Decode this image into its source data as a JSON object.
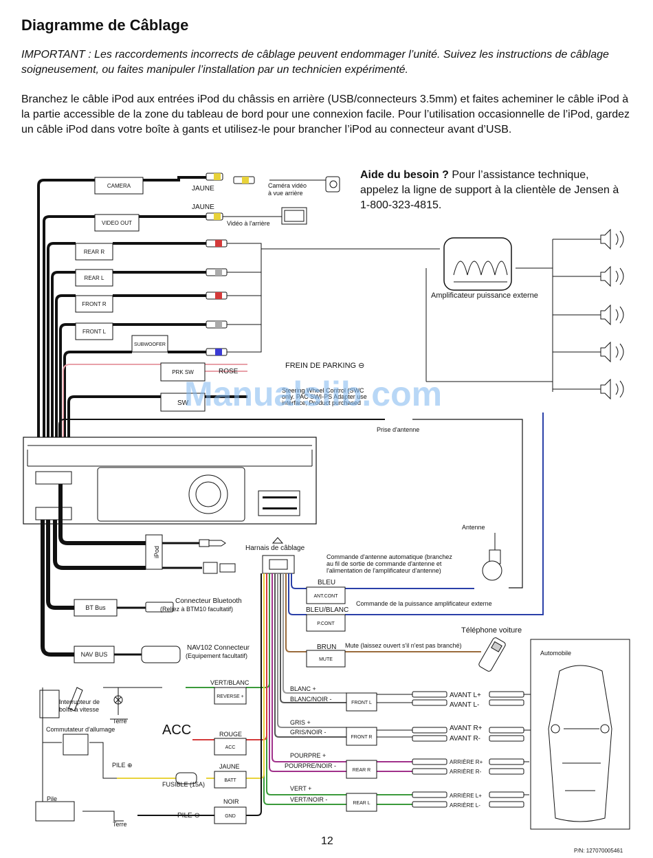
{
  "title": "Diagramme de Câblage",
  "important": "IMPORTANT : Les raccordements incorrects de câblage peuvent endommager l’unité. Suivez les instructions de câblage soigneusement, ou faites manipuler l’installation par un technicien expérimenté.",
  "intro": "Branchez le câble iPod aux entrées iPod du châssis en arrière (USB/connecteurs 3.5mm) et faites acheminer le câble iPod à la partie accessible de la zone du tableau de bord pour une connexion facile. Pour l’utilisation occasionnelle de l’iPod, gardez un câble iPod dans votre boîte à gants et utilisez-le pour brancher l’iPod au connecteur avant d’USB.",
  "help": {
    "bold": "Aide du besoin ?",
    "text": " Pour l’assistance technique, appelez la ligne de support à la clientèle de Jensen à 1-800-323-4815."
  },
  "boxes": {
    "camera": "CAMERA",
    "video_out": "VIDEO OUT",
    "rear_r": "REAR R",
    "rear_l": "REAR L",
    "front_r": "FRONT R",
    "front_l": "FRONT L",
    "subwoofer": "SUBWOOFER",
    "prk_sw": "PRK SW",
    "sw": "SW",
    "ipod": "iPod",
    "bt_bus": "BT Bus",
    "nav_bus": "NAV BUS",
    "ant_cont": "ANT.CONT",
    "p_cont": "P.CONT",
    "mute": "MUTE",
    "front_l2": "FRONT L",
    "front_r2": "FRONT R",
    "rear_r2": "REAR R",
    "rear_l2": "REAR L",
    "reverse": "REVERSE +",
    "acc": "ACC",
    "batt": "BATT",
    "gnd": "GND"
  },
  "labels": {
    "jaune1": "JAUNE",
    "camera_video": "Caméra vidéo",
    "vue_arriere": "à vue arrière",
    "jaune2": "JAUNE",
    "video_arriere": "Vidéo à l'arrière",
    "amp_ext": "Amplificateur puissance externe",
    "frein": "FREIN DE PARKING ⊖",
    "rose": "ROSE",
    "swc1": "Steering Wheel Control (SWC",
    "swc2": "only. PAC SWI-PS Adapter use",
    "swc3": "interface, Product purchased",
    "prise_antenne": "Prise d'antenne",
    "antenne": "Antenne",
    "harnais": "Harnais de câblage",
    "ant_auto1": "Commande d'antenne automatique (branchez",
    "ant_auto2": "au fil de sortie de commande d'antenne et",
    "ant_auto3": "l'alimentation de l'amplificateur d'antenne)",
    "bleu": "BLEU",
    "bleu_blanc": "BLEU/BLANC",
    "cmd_amp": "Commande de la puissance amplificateur externe",
    "telephone": "Téléphone voiture",
    "brun": "BRUN",
    "mute_text": "Mute (laissez ouvert s'il n'est pas branché)",
    "bt_conn1": "Connecteur Bluetooth",
    "bt_conn2": "(Reliez à BTM10 facultatif)",
    "nav_conn1": "NAV102 Connecteur",
    "nav_conn2": "(Equipement facultatif)",
    "automobile": "Automobile",
    "vert_blanc": "VERT/BLANC",
    "interrupteur1": "Interrupteur de",
    "interrupteur2": "boîte à vitesse",
    "terre1": "Terre",
    "commutateur": "Commutateur d'allumage",
    "acc_big": "ACC",
    "rouge": "ROUGE",
    "pile_plus": "PILE ⊕",
    "jaune3": "JAUNE",
    "fusible": "FUSIBLE (15A)",
    "pile": "Pile",
    "noir": "NOIR",
    "pile_minus": "PILE ⊖",
    "terre2": "Terre",
    "blanc_plus": "BLANC +",
    "blanc_noir": "BLANC/NOIR -",
    "gris_plus": "GRIS +",
    "gris_noir": "GRIS/NOIR -",
    "pourpre_plus": "POURPRE +",
    "pourpre_noir": "POURPRE/NOIR -",
    "vert_plus": "VERT +",
    "vert_noir": "VERT/NOIR -",
    "avant_lp": "AVANT L+",
    "avant_lm": "AVANT L-",
    "avant_rp": "AVANT R+",
    "avant_rm": "AVANT R-",
    "arriere_rp": "ARRIÈRE R+",
    "arriere_rm": "ARRIÈRE R-",
    "arriere_lp": "ARRIÈRE L+",
    "arriere_lm": "ARRIÈRE L-"
  },
  "watermark": "Manualslib.com",
  "page_number": "12",
  "part_number": "P/N: 127070005461",
  "colors": {
    "rose": "#e8a0a8",
    "bleu": "#2a3fa8",
    "brun": "#9a6a3a",
    "rouge": "#d43a3a",
    "jaune": "#e8d23a",
    "vert": "#3a9a3a",
    "pourpre": "#a0308a",
    "gris": "#8a8a8a",
    "watermark": "#7fb7f0"
  }
}
